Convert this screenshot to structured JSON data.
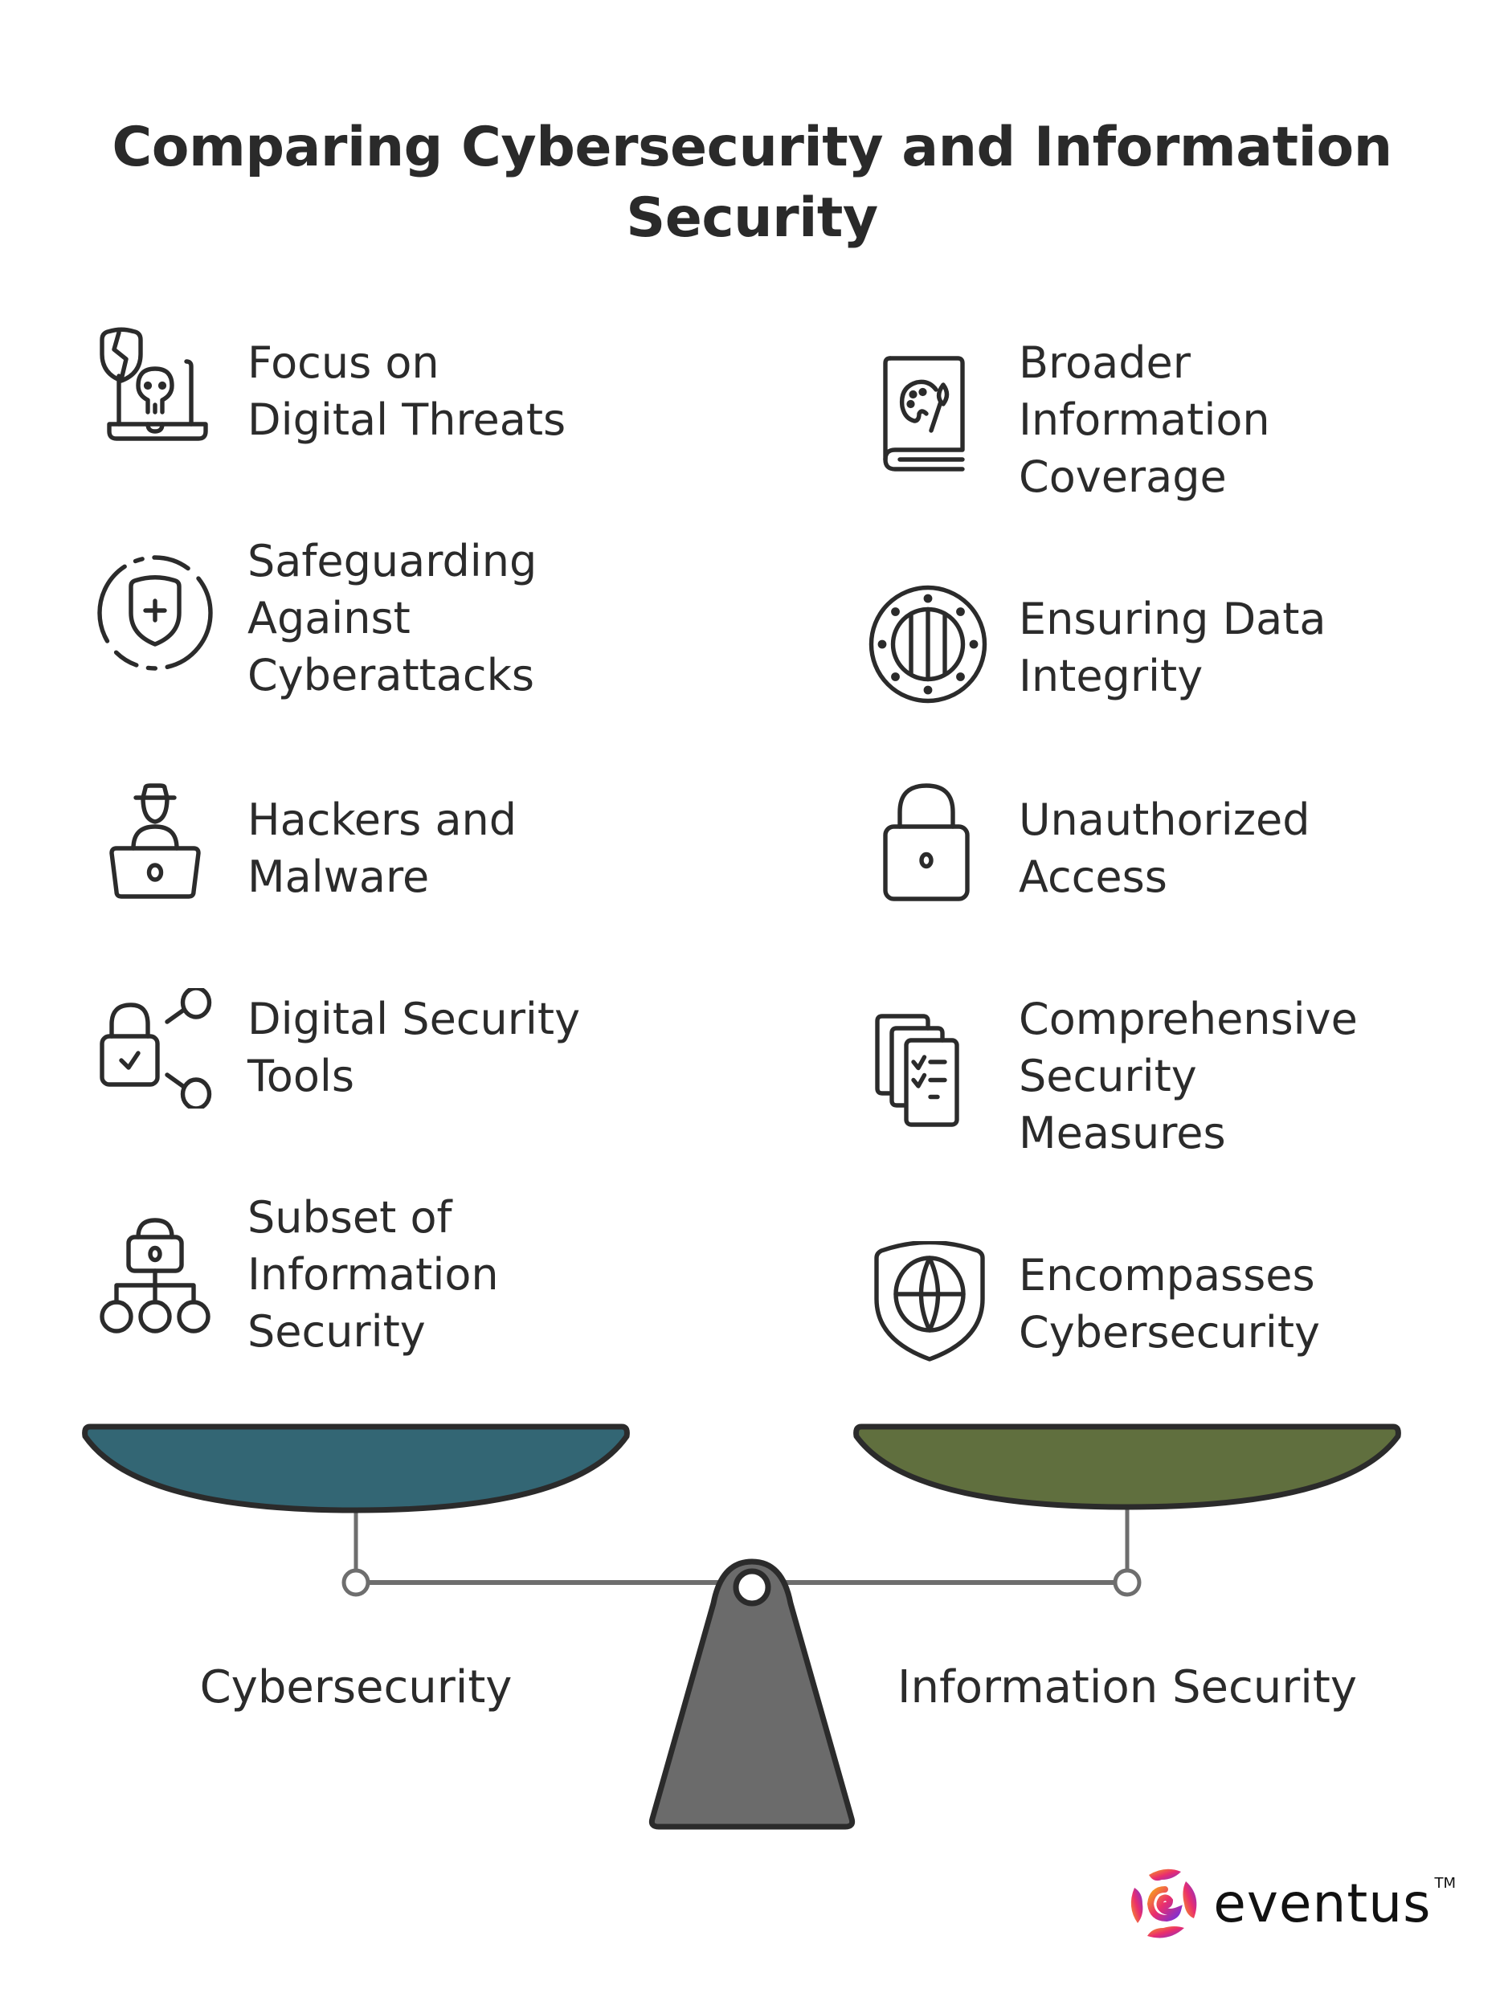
{
  "title": {
    "line1": "Comparing Cybersecurity and Information",
    "line2": "Security"
  },
  "left_items": [
    {
      "icon": "shield-skull-laptop-icon",
      "lines": [
        "Focus on",
        "Digital Threats"
      ]
    },
    {
      "icon": "shield-plus-icon",
      "lines": [
        "Safeguarding",
        "Against",
        "Cyberattacks"
      ]
    },
    {
      "icon": "hacker-icon",
      "lines": [
        "Hackers and",
        "Malware"
      ]
    },
    {
      "icon": "lock-network-icon",
      "lines": [
        "Digital Security",
        "Tools"
      ]
    },
    {
      "icon": "lock-hierarchy-icon",
      "lines": [
        "Subset of",
        "Information",
        "Security"
      ]
    }
  ],
  "right_items": [
    {
      "icon": "book-palette-icon",
      "lines": [
        "Broader",
        "Information",
        "Coverage"
      ]
    },
    {
      "icon": "vault-door-icon",
      "lines": [
        "Ensuring Data",
        "Integrity"
      ]
    },
    {
      "icon": "padlock-icon",
      "lines": [
        "Unauthorized",
        "Access"
      ]
    },
    {
      "icon": "checklist-documents-icon",
      "lines": [
        "Comprehensive",
        "Security",
        "Measures"
      ]
    },
    {
      "icon": "shield-globe-icon",
      "lines": [
        "Encompasses",
        "Cybersecurity"
      ]
    }
  ],
  "scale": {
    "left_label": "Cybersecurity",
    "right_label": "Information Security",
    "left_color": "#336674",
    "right_color": "#606f3e",
    "fulcrum_color": "#6b6b6b",
    "beam_color": "#6e6e6e"
  },
  "logo": {
    "text": "eventus",
    "tm": "TM"
  }
}
